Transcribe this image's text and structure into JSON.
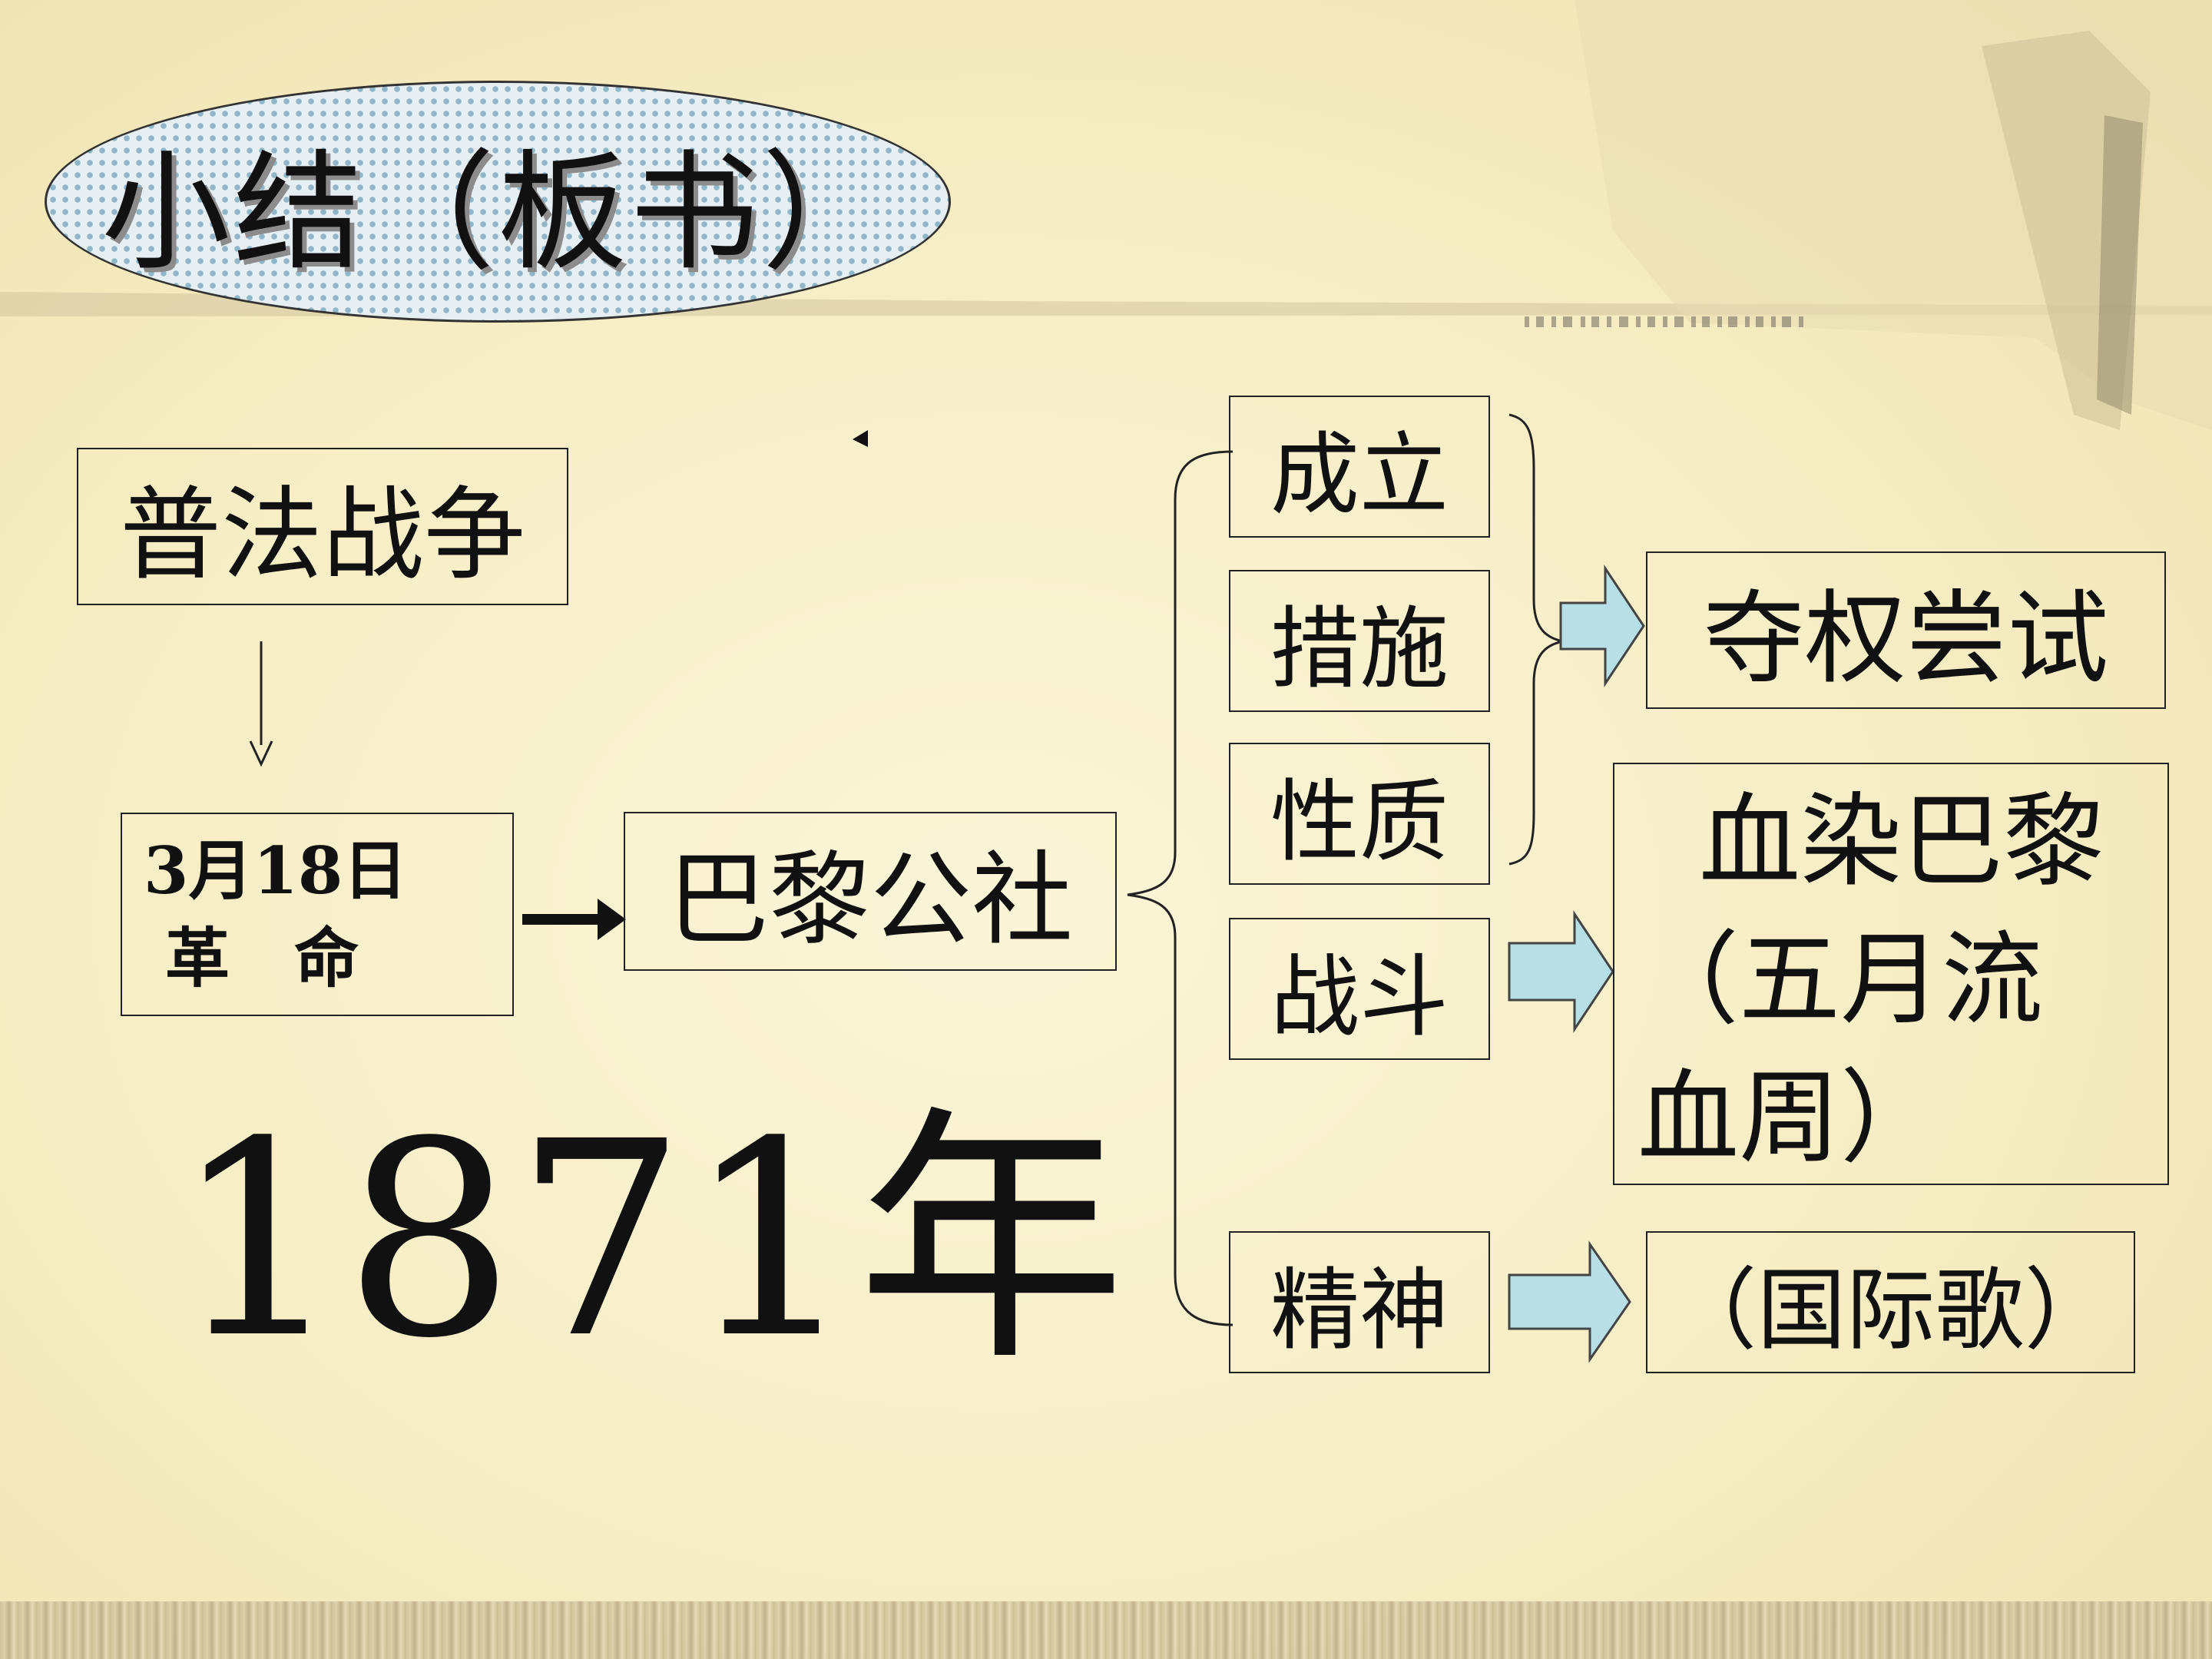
{
  "title": "小结（板书）",
  "nodes": {
    "war": "普法战争",
    "revolution_line1": "3月18日",
    "revolution_line2": "革　命",
    "commune": "巴黎公社",
    "founding": "成立",
    "measures": "措施",
    "nature": "性质",
    "battle": "战斗",
    "spirit": "精神",
    "power_attempt": "夺权尝试",
    "bloody_line1": "血染巴黎",
    "bloody_line2": "（五月流",
    "bloody_line3": "血周）",
    "anthem": "（国际歌）"
  },
  "year": "1871年",
  "colors": {
    "background": "#f7efc6",
    "arrow_fill": "#b9dfe6",
    "title_dots": "#8fb7c9"
  }
}
